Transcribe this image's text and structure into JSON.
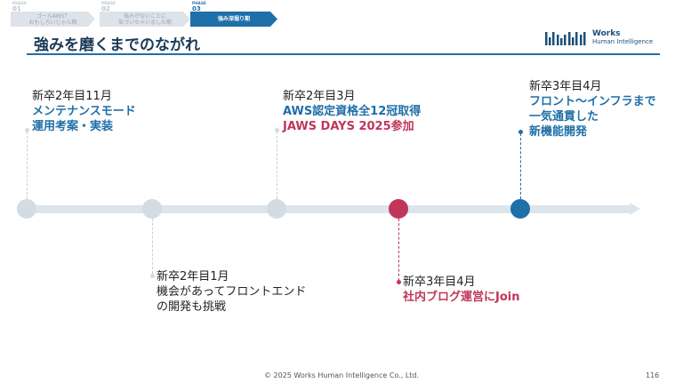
{
  "phases": [
    {
      "tag": "PHASE",
      "num": "01",
      "label": "ゴールAWS？\nおもしろいじゃん期"
    },
    {
      "tag": "PHASE",
      "num": "02",
      "label": "強みがないことに\n気づいちゃいました期"
    },
    {
      "tag": "PHASE",
      "num": "03",
      "label": "強み深堀り期"
    }
  ],
  "title": "強みを磨くまでのながれ",
  "logo": {
    "word": "Works",
    "sub": "Human Intelligence"
  },
  "events": {
    "e1": {
      "date": "新卒2年目11月",
      "lines": [
        "メンテナンスモード",
        "運用考案・実装"
      ]
    },
    "e2": {
      "date": "新卒2年目1月",
      "lines": [
        "機会があってフロントエンド",
        "の開発も挑戦"
      ]
    },
    "e3": {
      "date": "新卒2年目3月",
      "lines": [
        "AWS認定資格全12冠取得",
        "JAWS DAYS 2025参加"
      ]
    },
    "e4": {
      "date": "新卒3年目4月",
      "lines": [
        "社内ブログ運営にJoin"
      ]
    },
    "e5": {
      "date": "新卒3年目4月",
      "lines": [
        "フロント〜インフラまで",
        "一気通貫した",
        "新機能開発"
      ]
    }
  },
  "colors": {
    "accent": "#1f6fa8",
    "highlight": "#c0365a",
    "muted": "#d3dbe3"
  },
  "footer": {
    "copyright": "© 2025 Works Human Intelligence Co., Ltd.",
    "page": "116"
  }
}
